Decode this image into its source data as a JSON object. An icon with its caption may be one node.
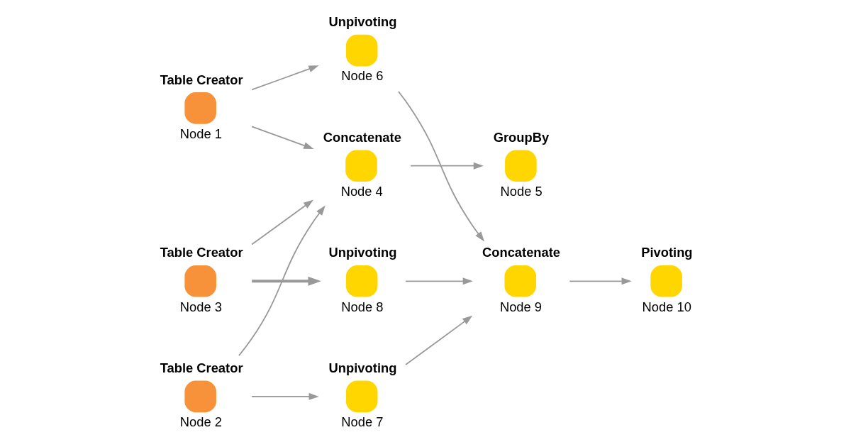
{
  "diagram": {
    "nodes": [
      {
        "text": [
          "Table Creator",
          "Node 1"
        ]
      },
      {
        "text": [
          "Table Creator",
          "Node 2"
        ]
      },
      {
        "text": [
          "Table Creator",
          "Node 3"
        ]
      },
      {
        "text": [
          "Concatenate",
          "Node 4"
        ]
      },
      {
        "text": [
          "GroupBy",
          "Node 5"
        ]
      },
      {
        "text": [
          "Unpivoting",
          "Node 6"
        ]
      },
      {
        "text": [
          "Unpivoting",
          "Node 7"
        ]
      },
      {
        "text": [
          "Unpivoting",
          "Node 8"
        ]
      },
      {
        "text": [
          "Concatenate",
          "Node 9"
        ]
      },
      {
        "text": [
          "Pivoting",
          "Node 10"
        ]
      }
    ],
    "edges": [
      {
        "from": 0,
        "to": 3,
        "arrow": "to"
      },
      {
        "from": 0,
        "to": 5,
        "arrow": "to"
      },
      {
        "from": 1,
        "to": 3,
        "arrow": "to"
      },
      {
        "from": 1,
        "to": 6,
        "arrow": "to"
      },
      {
        "from": 2,
        "to": 3,
        "arrow": "to"
      },
      {
        "from": 2,
        "to": 7,
        "arrow": "to",
        "style": "thick"
      },
      {
        "from": 3,
        "to": 4,
        "arrow": "to"
      },
      {
        "from": 5,
        "to": 8,
        "arrow": "to"
      },
      {
        "from": 6,
        "to": 8,
        "arrow": "to"
      },
      {
        "from": 7,
        "to": 8,
        "arrow": "to"
      },
      {
        "from": 8,
        "to": 9,
        "arrow": "to"
      }
    ]
  }
}
